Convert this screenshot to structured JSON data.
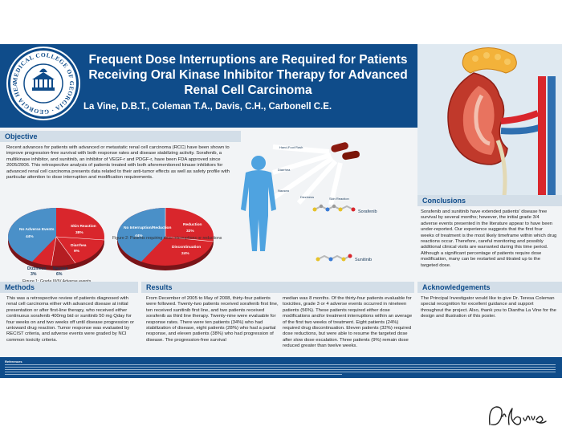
{
  "header": {
    "title": "Frequent Dose Interruptions are Required for Patients Receiving Oral Kinase Inhibitor Therapy for Advanced Renal Cell Carcinoma",
    "authors": "La Vine, D.B.T., Coleman T.A., Davis, C.H., Carbonell C.E.",
    "seal_text": "MEDICAL COLLEGE OF GEORGIA · GEORGIA HEALTH SCIENCES UNIVERSITY"
  },
  "objective": {
    "heading": "Objective",
    "body": "Recent advances for patients with advanced or metastatic renal cell carcinoma (RCC) have been shown to improve progression-free survival with both response rates and disease stabilizing activity. Sorafenib, a multikinase inhibitor, and sunitinib, an inhibitor of VEGF-r and PDGF-r, have been FDA approved since 2005/2006. This retrospective analysis of patients treated with both aforementioned kinase inhibitors for advanced renal cell carcinoma presents data related to their anti-tumor effects as well as safety profile with particular attention to dose interruption and modification requirements."
  },
  "figure1": {
    "caption": "Figure 1: Grade III/IV Adverse events",
    "slices": [
      {
        "label": "No Adverse Events",
        "value": "44%",
        "color": "#4a90c8"
      },
      {
        "label": "Skin Reaction",
        "value": "38%",
        "color": "#d9262c"
      },
      {
        "label": "Diarrhea",
        "value": "9%",
        "color": "#d9262c"
      },
      {
        "label": "Dizziness",
        "value": "3%",
        "color": "#d9262c"
      },
      {
        "label": "Nausea",
        "value": "6%",
        "color": "#d9262c"
      }
    ]
  },
  "figure2": {
    "caption": "Figure 2: Patients requiring dose interruptions or reductions",
    "slices": [
      {
        "label": "No Interruption/Reduction",
        "value": "44%",
        "color": "#4a90c8"
      },
      {
        "label": "Reduction",
        "value": "32%",
        "color": "#d9262c"
      },
      {
        "label": "Discontinuation",
        "value": "24%",
        "color": "#d9262c"
      }
    ]
  },
  "body_labels": {
    "items": [
      "Hand-Foot Rash",
      "Diarrhea",
      "Nausea",
      "Dizziness",
      "Skin Reaction"
    ],
    "drug1": "Sorafenib",
    "drug2": "Sunitinib"
  },
  "conclusions": {
    "heading": "Conclusions",
    "body": "Sorafenib and sunitinib have extended patients' disease free survival by several months; however, the initial grade 3/4 adverse events presented in the literature appear to have been under-reported. Our experience suggests that the first four weeks of treatment is the most likely timeframe within which drug reactions occur. Therefore, careful monitoring and possibly additional clinical visits are warranted during this time period. Although a significant percentage of patients require dose modification, many can be restarted and titrated up to the targeted dose."
  },
  "methods": {
    "heading": "Methods",
    "body": "This was a retrospective review of patients diagnosed with renal cell carcinoma either with advanced disease at initial presentation or after first-line therapy, who received either continuous sorafenib 400mg bid or sunitinib 50 mg Qday for four weeks on and two weeks off until disease progression or untoward drug reaction. Tumor response was evaluated by RECIST criteria, and adverse events were graded by NCI common toxicity criteria."
  },
  "results": {
    "heading": "Results",
    "col1": "From December of 2005 to May of 2008, thirty-four patients were followed. Twenty-two patients received sorafenib first line, ten received sunitinib first line, and two patients received sorafenib as third line therapy. Twenty-nine were evaluable for response rates. There were ten patients (34%) who had stabilization of disease, eight patients (28%) who had a partial response, and eleven patients (38%) who had progression of disease. The progression-free survival",
    "col2": "median was 8 months. Of the thirty-four patients evaluable for toxicities, grade 3 or 4 adverse events occurred in nineteen patients (56%). These patients required either dose modifications and/or treatment interruptions within an average of the first two weeks of treatment. Eight patients (24%) required drug discontinuation. Eleven patients (32%) required dose reductions, but were able to resume the targeted dose after slow dose escalation. Three patients (9%) remain dose reduced greater than twelve weeks."
  },
  "acknowledgements": {
    "heading": "Acknowledgements",
    "body": "The Principal Investigator would like to give Dr. Teresa Coleman special recognition for excellent guidance and support throughout the project. Also, thank you to Diantha La Vine for the design and illustration of this poster."
  },
  "references": {
    "heading": "References"
  },
  "signature": {
    "text": "D. La Vine"
  },
  "colors": {
    "navy": "#0f4c8a",
    "band": "#d3dee8",
    "red": "#d9262c",
    "blue": "#4a90c8"
  }
}
